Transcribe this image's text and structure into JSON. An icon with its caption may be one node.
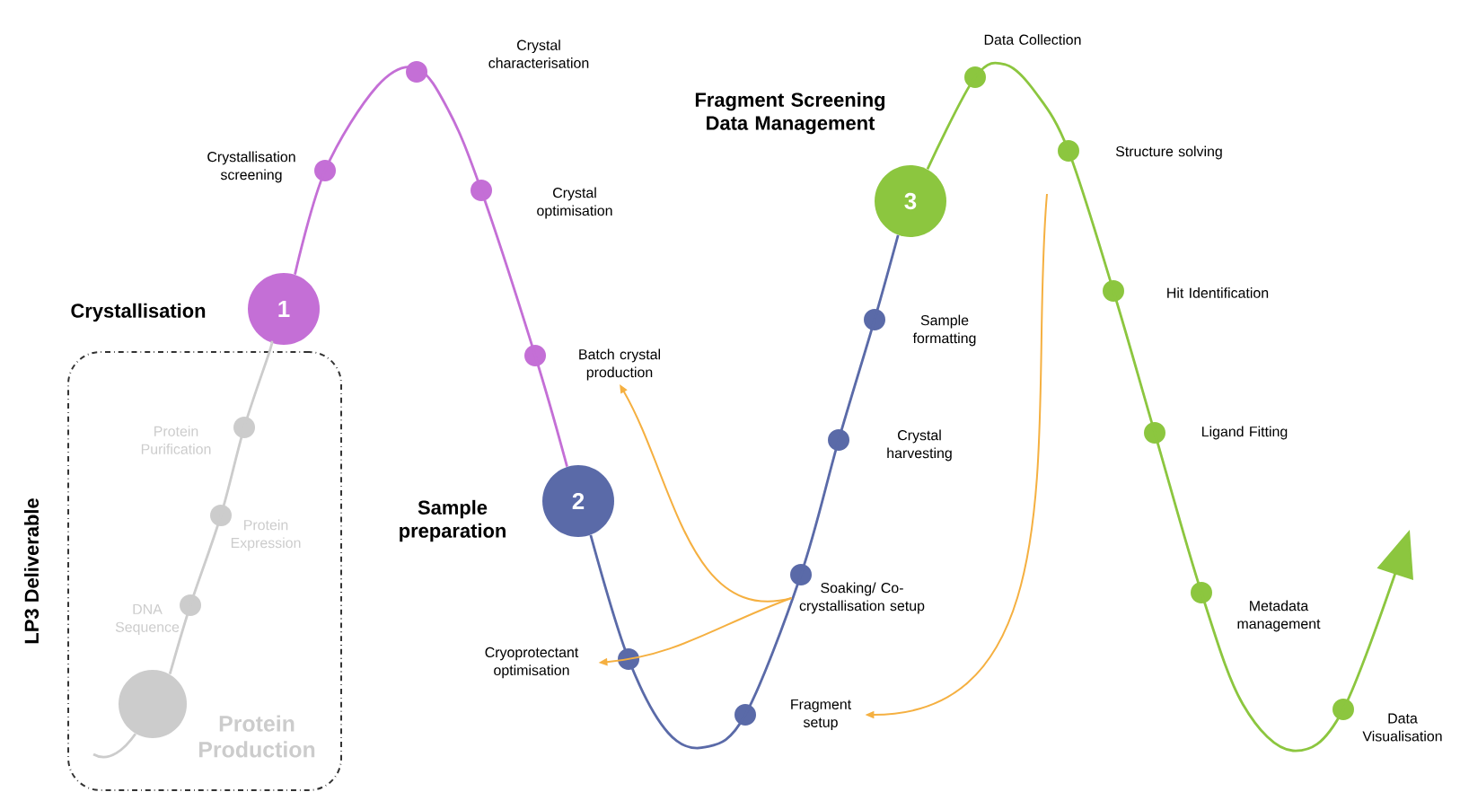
{
  "diagram": {
    "nodes": [
      {
        "text": [
          "LP3 Deliverable"
        ]
      },
      {
        "text": [
          "Protein Purification"
        ],
        "in": 0
      },
      {
        "text": [
          "Protein Expression"
        ],
        "in": 0
      },
      {
        "text": [
          "DNA Sequence"
        ],
        "in": 0
      },
      {
        "text": [],
        "shape": "circle",
        "in": 0,
        "beside": [
          "Protein Production"
        ]
      },
      {
        "text": [
          "1"
        ],
        "beside": [
          "Crystallisation"
        ]
      },
      {
        "text": [
          "Crystallisation screening"
        ]
      },
      {
        "text": [
          "Crystal characterisation"
        ]
      },
      {
        "text": [
          "Crystal optimisation"
        ]
      },
      {
        "text": [
          "Batch crystal production"
        ]
      },
      {
        "text": [
          "2"
        ],
        "beside": [
          "Sample preparation"
        ]
      },
      {
        "text": [
          "Cryoprotectant optimisation"
        ]
      },
      {
        "text": [
          "Fragment setup"
        ]
      },
      {
        "text": [
          "Soaking/ Co-crystallisation setup"
        ]
      },
      {
        "text": [
          "Crystal harvesting"
        ]
      },
      {
        "text": [
          "Sample formatting"
        ]
      },
      {
        "text": [
          "3"
        ],
        "beside": [
          "Fragment Screening Data Management"
        ]
      },
      {
        "text": [
          "Data Collection"
        ]
      },
      {
        "text": [
          "Structure solving"
        ]
      },
      {
        "text": [
          "Hit Identification"
        ]
      },
      {
        "text": [
          "Ligand Fitting"
        ]
      },
      {
        "text": [
          "Metadata management"
        ]
      },
      {
        "text": [
          "Data Visualisation"
        ]
      }
    ],
    "edges": [
      {
        "from": 4,
        "to": 5,
        "arrow": "none",
        "color": "#cccccc"
      },
      {
        "from": 5,
        "to": 10,
        "arrow": "none",
        "color": "#c46fd6"
      },
      {
        "from": 10,
        "to": 16,
        "arrow": "none",
        "color": "#5a6aa8"
      },
      {
        "from": 16,
        "to": null,
        "arrow": "to",
        "color": "#8cc63f"
      },
      {
        "from": 13,
        "to": 9,
        "arrow": "to"
      },
      {
        "from": 13,
        "to": 11,
        "arrow": "to"
      },
      {
        "from": null,
        "to": 12,
        "arrow": "to"
      }
    ]
  }
}
